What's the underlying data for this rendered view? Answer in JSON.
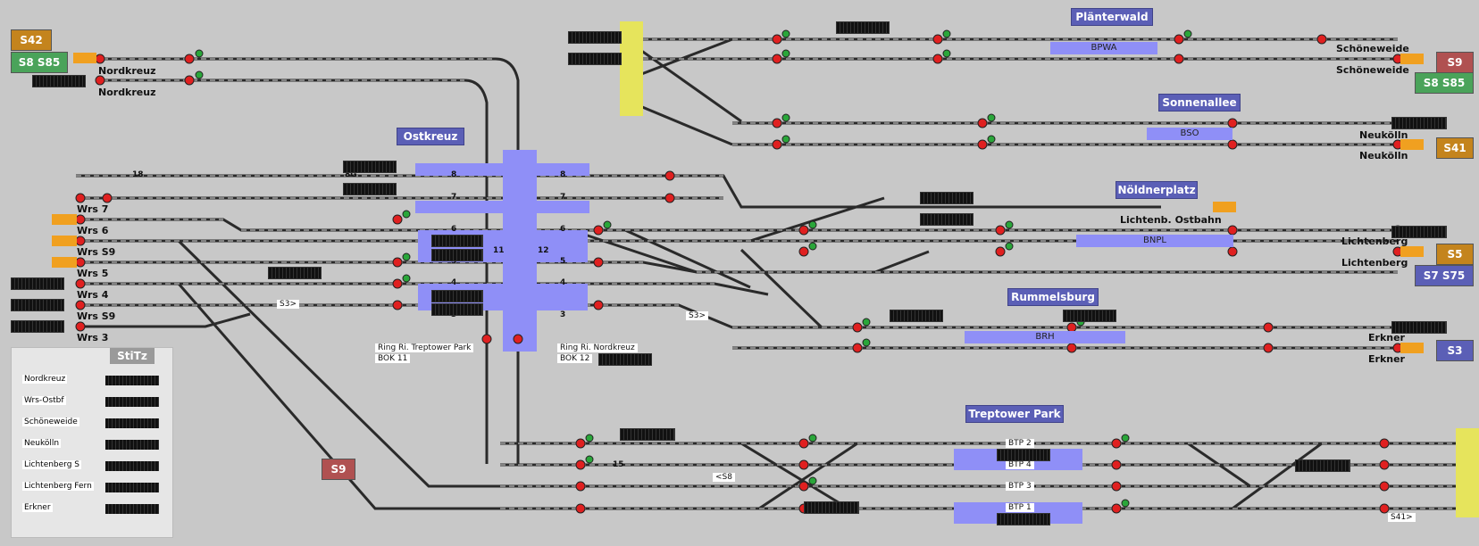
{
  "colors": {
    "background": "#c8c8c8",
    "track": "#2a2a2a",
    "signal_red": "#e02020",
    "signal_green": "#2aa63a",
    "station_blue": "#5b5fb6",
    "platform_blue": "#8f8ff7",
    "route_orange": "#c4841d",
    "route_green": "#4aa35a",
    "route_red": "#b05151"
  },
  "stations": [
    {
      "id": "plaenterwald",
      "label": "Plänterwald"
    },
    {
      "id": "ostkreuz",
      "label": "Ostkreuz"
    },
    {
      "id": "sonnenallee",
      "label": "Sonnenallee"
    },
    {
      "id": "noeldnerplatz",
      "label": "Nöldnerplatz"
    },
    {
      "id": "rummelsburg",
      "label": "Rummelsburg"
    },
    {
      "id": "treptower",
      "label": "Treptower Park"
    }
  ],
  "platform_labels": {
    "bpwa": "BPWA",
    "bso": "BSO",
    "bnpl": "BNPL",
    "brh": "BRH"
  },
  "route_boxes": {
    "s42": "S42",
    "s8s85_left": "S8 S85",
    "s9_right": "S9",
    "s8s85_right": "S8 S85",
    "s41": "S41",
    "s5": "S5",
    "s7s75": "S7 S75",
    "s3": "S3",
    "s9_bottom": "S9"
  },
  "left_labels": {
    "nordkreuz1": "Nordkreuz",
    "nordkreuz2": "Nordkreuz",
    "wrs7": "Wrs 7",
    "wrs6": "Wrs 6",
    "wrss9a": "Wrs S9",
    "wrs5": "Wrs 5",
    "wrs4": "Wrs 4",
    "wrss9b": "Wrs S9",
    "wrs3": "Wrs 3"
  },
  "right_labels": {
    "schoeneweide1": "Schöneweide",
    "schoeneweide2": "Schöneweide",
    "neukoelln1": "Neukölln",
    "neukoelln2": "Neukölln",
    "lichtenberg1": "Lichtenberg",
    "lichtenberg2": "Lichtenberg",
    "erkner1": "Erkner",
    "erkner2": "Erkner",
    "lichtenb_ostbahn": "Lichtenb. Ostbahn"
  },
  "ring": {
    "treptow_line1": "Ring Ri. Treptower Park",
    "treptow_line2": "BOK 11",
    "nordkreuz_line1": "Ring Ri. Nordkreuz",
    "nordkreuz_line2": "BOK 12"
  },
  "btp": {
    "btp2": "BTP 2",
    "btp4": "BTP 4",
    "btp3": "BTP 3",
    "btp1": "BTP 1",
    "s8": "<S8",
    "s41": "S41>",
    "s3a": "S3>",
    "s3b": "S3>"
  },
  "stitz": {
    "title": "StiTz",
    "rows": [
      "Nordkreuz",
      "Wrs-Ostbf",
      "Schöneweide",
      "Neukölln",
      "Lichtenberg S",
      "Lichtenberg Fern",
      "Erkner"
    ]
  },
  "track_numbers": {
    "t8a": "8",
    "t7a": "7",
    "t6a": "6",
    "t5a": "5",
    "t4a": "4",
    "t3a": "3",
    "t8b": "8",
    "t7b": "7",
    "t6b": "6",
    "t5b": "5",
    "t4b": "4",
    "t3b": "3",
    "t11": "11",
    "t12": "12",
    "t18": "18",
    "t8g": "8G",
    "t15": "15"
  }
}
